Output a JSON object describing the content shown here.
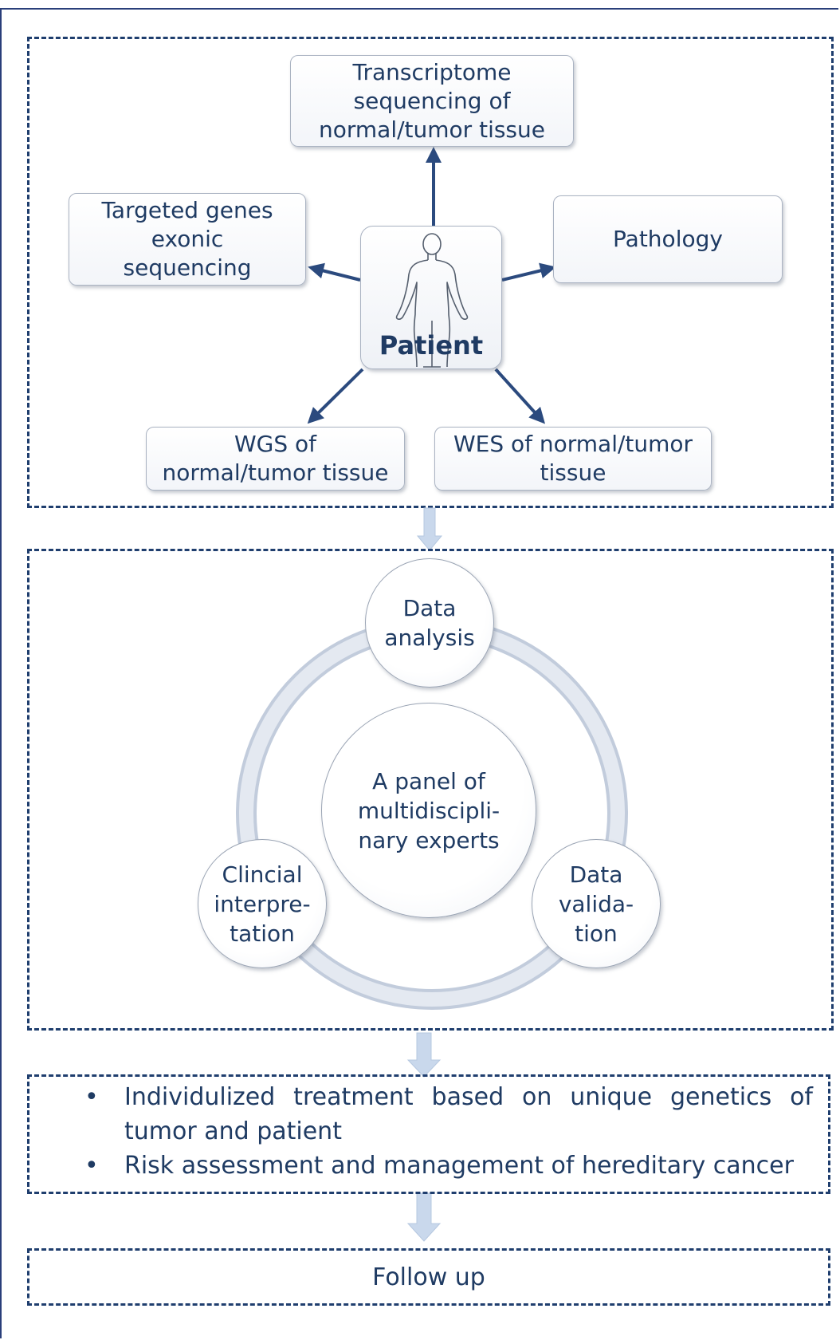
{
  "top_section": {
    "center": "Patient",
    "nodes": {
      "transcriptome": "Transcriptome sequencing of normal/tumor tissue",
      "targeted": "Targeted genes exonic sequencing",
      "pathology": "Pathology",
      "wgs": "WGS of normal/tumor tissue",
      "wes": "WES of normal/tumor tissue"
    }
  },
  "middle_section": {
    "center": "A panel of multidiscipli-nary experts",
    "cycle": {
      "top": "Data analysis",
      "right": "Data valida-tion",
      "left": "Clincial interpre-tation"
    }
  },
  "outcomes": {
    "bullets": [
      "Individulized treatment based on unique genetics of tumor and patient",
      "Risk assessment and management of hereditary cancer"
    ]
  },
  "follow_up": "Follow up",
  "colors": {
    "text": "#1f3b63",
    "arrow": "#2b4a7e",
    "dashed_border": "#1f3e6e",
    "flow_arrow": "#c9d8ec",
    "ring": "#d6dde9"
  }
}
